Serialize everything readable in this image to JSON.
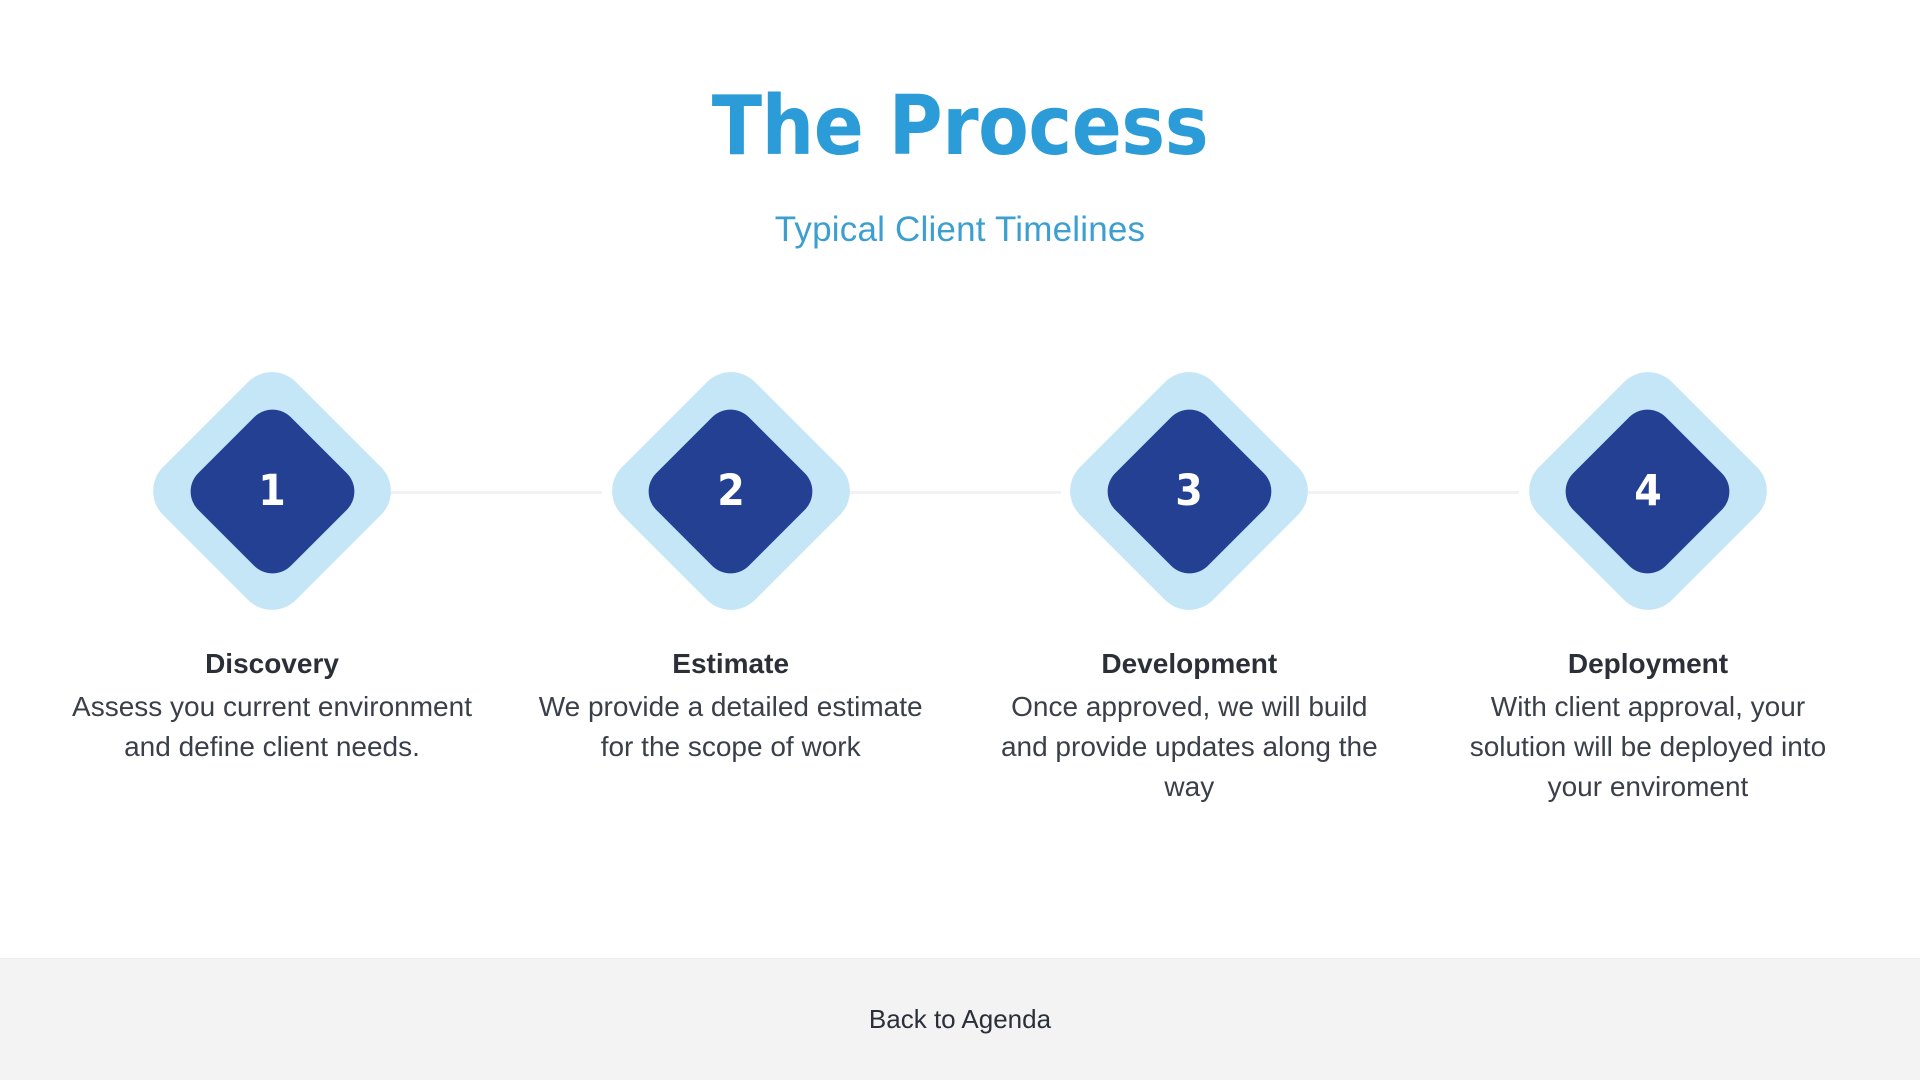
{
  "header": {
    "title": "The Process",
    "subtitle": "Typical Client Timelines"
  },
  "colors": {
    "title_blue": "#2b9cd8",
    "subtitle_blue": "#3c9fd0",
    "diamond_outer": "#c5e6f7",
    "diamond_inner": "#234093",
    "number_text": "#ffffff",
    "body_text": "#2b2f38",
    "connector_line": "#f2f2f2",
    "footer_background": "#f3f3f3",
    "page_background": "#ffffff"
  },
  "steps": [
    {
      "number": "1",
      "label": "Discovery",
      "description": "Assess you current environment and define client needs."
    },
    {
      "number": "2",
      "label": "Estimate",
      "description": "We provide a detailed estimate for the scope of work"
    },
    {
      "number": "3",
      "label": "Development",
      "description": "Once approved, we will build and provide updates along the way"
    },
    {
      "number": "4",
      "label": "Deployment",
      "description": "With client approval, your solution will be deployed into your enviroment"
    }
  ],
  "footer": {
    "back_link": "Back to Agenda"
  }
}
